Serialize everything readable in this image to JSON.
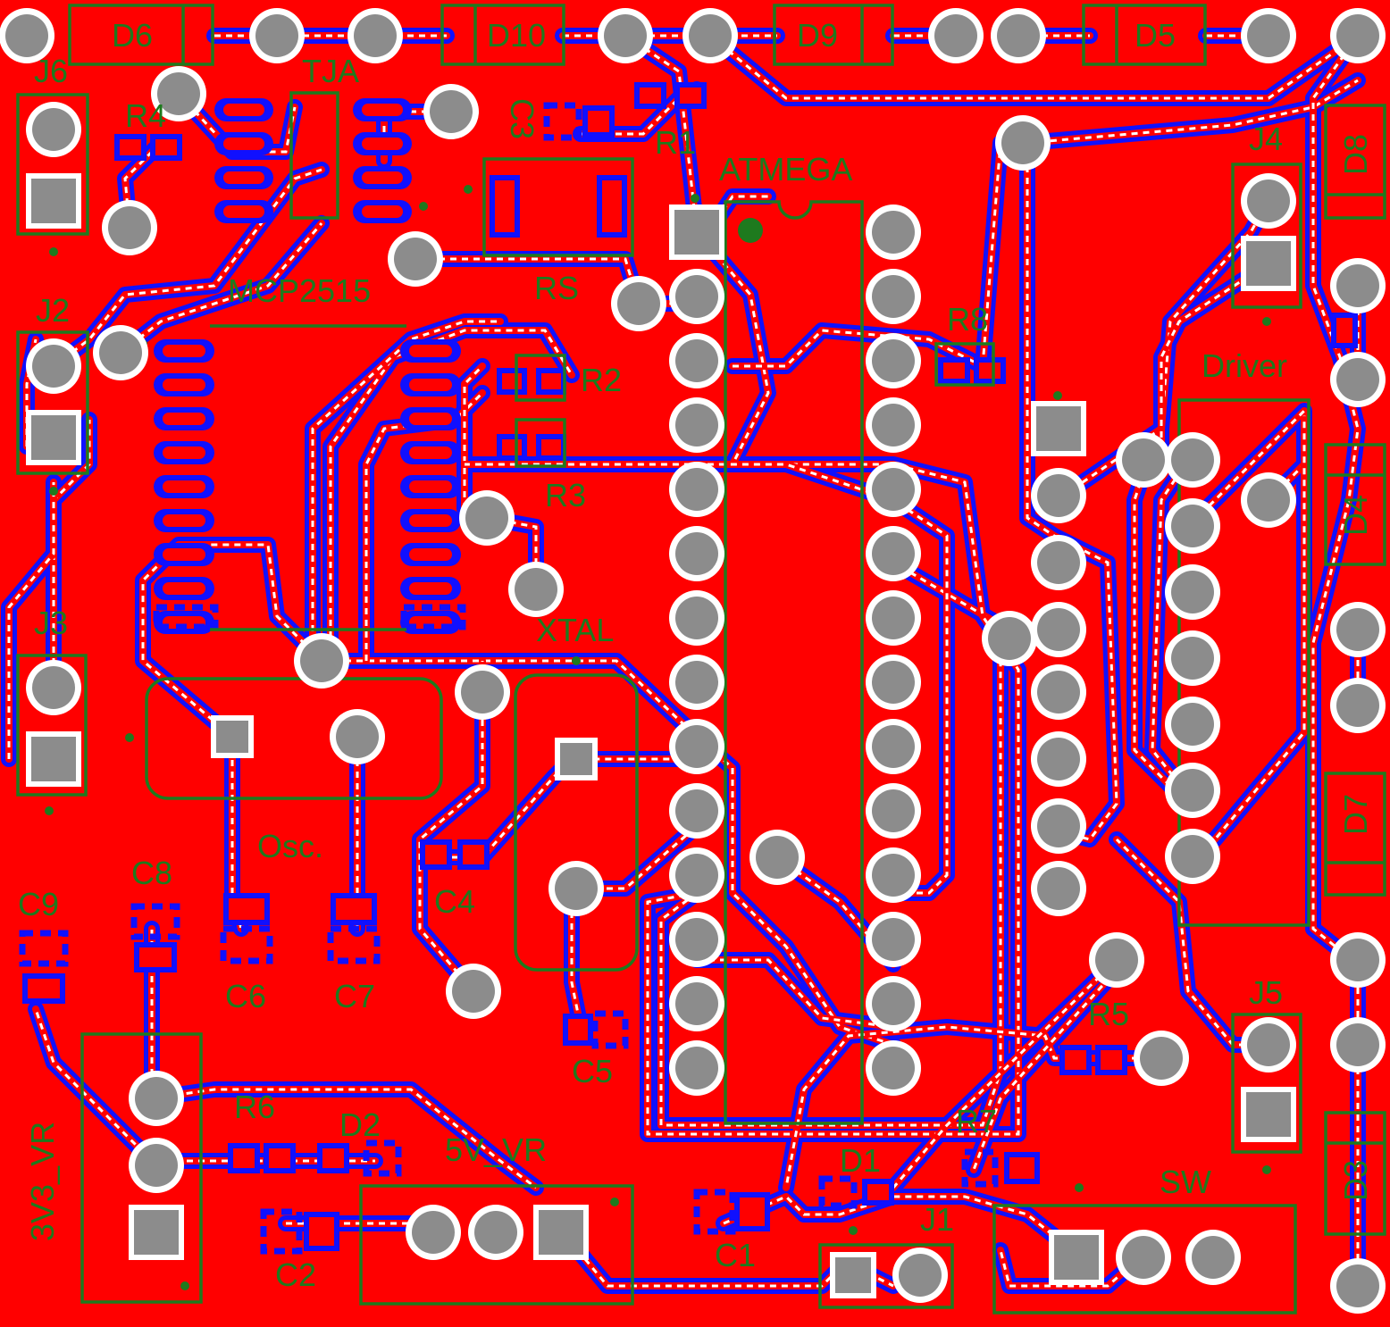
{
  "board": {
    "background": "#ff0000",
    "trace_color": "#1010ff",
    "silk_color": "#1e7a1e",
    "pad_color": "#8c8c8c",
    "ring_color": "#ffffff"
  },
  "labels": {
    "D6": "D6",
    "D10": "D10",
    "D9": "D9",
    "D5": "D5",
    "J6": "J6",
    "TJA": "TJA",
    "R4": "R4",
    "C3": "C3",
    "R1": "R1",
    "ATMEGA": "ATMEGA",
    "J4": "J4",
    "D8_top": "D8",
    "MCP2515": "MCP2515",
    "RS": "RS",
    "J2": "J2",
    "R2": "R2",
    "R8": "R8",
    "Driver": "Driver",
    "R3": "R3",
    "D4": "D4",
    "XTAL": "XTAL",
    "J3": "J3",
    "Osc": "Osc.",
    "C8": "C8",
    "C9": "C9",
    "C4": "C4",
    "D7": "D7",
    "C6": "C6",
    "C7": "C7",
    "C5": "C5",
    "R5": "R5",
    "J5": "J5",
    "R6": "R6",
    "D2": "D2",
    "V3V3_VR": "3V3_VR",
    "V5V_VR": "5V_VR",
    "R7": "R7",
    "D1": "D1",
    "D3": "D3",
    "SW": "SW",
    "C2": "C2",
    "C1": "C1",
    "J1": "J1"
  }
}
